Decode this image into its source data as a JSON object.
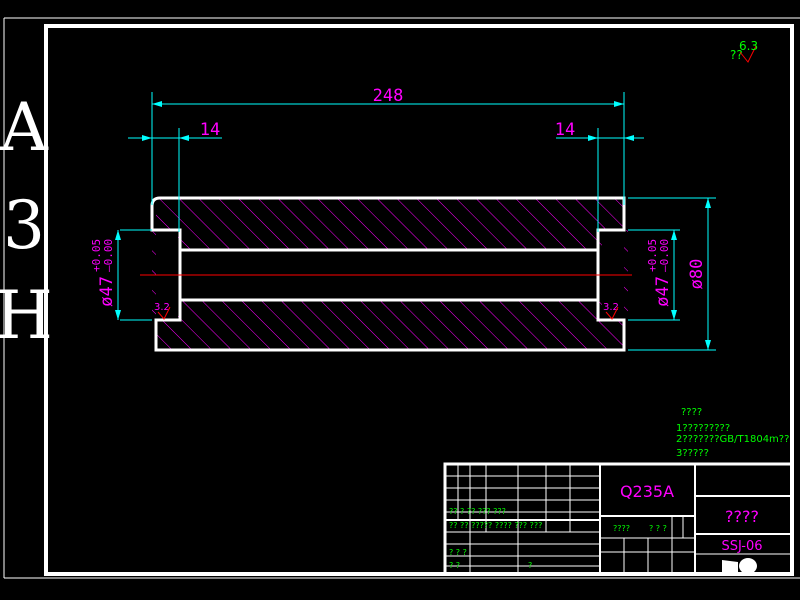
{
  "sheet": {
    "size_letters": [
      "A",
      "3",
      "H"
    ]
  },
  "surface_finish": {
    "general_prefix": "??",
    "general_value": "6.3",
    "left_value": "3.2",
    "right_value": "3.2"
  },
  "dimensions": {
    "overall_length": "248",
    "left_step": "14",
    "right_step": "14",
    "left_bore": "ø47",
    "left_bore_tol_upper": "+0.05",
    "left_bore_tol_lower": "–0.00",
    "right_bore": "ø47",
    "right_bore_tol_upper": "+0.05",
    "right_bore_tol_lower": "–0.00",
    "outer_diameter": "ø80"
  },
  "notes": {
    "heading": "????",
    "lines": [
      "1?????????",
      "2???????GB/T1804m??",
      "3?????"
    ]
  },
  "title_block": {
    "material": "Q235A",
    "part_name": "????",
    "drawing_no": "SSJ-06",
    "row_labels": [
      "?? ? ?? ??? ???",
      "?? ?? ????? ???? ??? ???",
      "????",
      "? ? ?",
      "? ? ?",
      "?",
      "? ?"
    ]
  },
  "colors": {
    "background": "#000000",
    "frame": "#ffffff",
    "dimension": "#00ffff",
    "dimension_text": "#ff00ff",
    "hatch": "#ff00ff",
    "centerline": "#ff0000",
    "symbol": "#ff0000",
    "note_text": "#00ff00"
  }
}
